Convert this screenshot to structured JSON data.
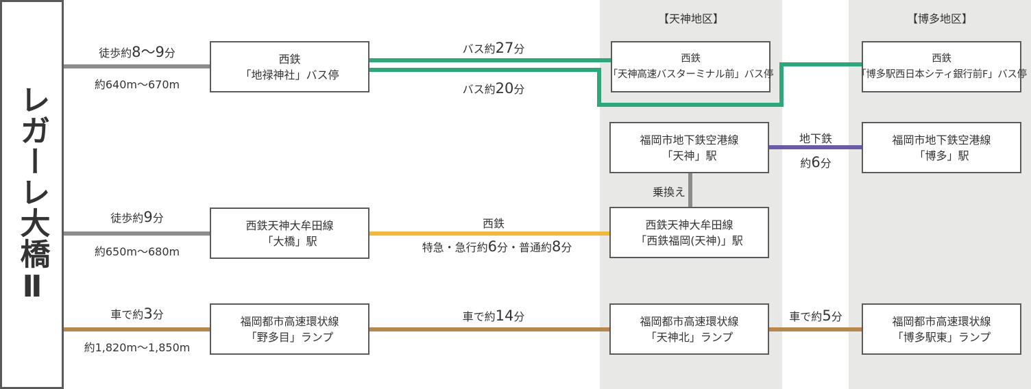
{
  "origin": "レガーレ大橋Ⅱ",
  "colors": {
    "walk": "#8c8c8c",
    "bus": "#2ea77a",
    "subway": "#6b5aa6",
    "nishitetsu": "#f0b93a",
    "car": "#b8874d",
    "region_bg": "#e8e8e6",
    "border": "#5a5a5a"
  },
  "regions": {
    "tenjin": "【天神地区】",
    "hakata": "【博多地区】"
  },
  "routes": {
    "walk_bus": {
      "time_pre": "徒歩約",
      "time_num": "8〜9",
      "time_post": "分",
      "distance": "約640m〜670m"
    },
    "walk_train": {
      "time_pre": "徒歩約",
      "time_num": "9",
      "time_post": "分",
      "distance": "約650m〜680m"
    },
    "car_origin": {
      "time_pre": "車で約",
      "time_num": "3",
      "time_post": "分",
      "distance": "約1,820m〜1,850m"
    },
    "bus_a": {
      "pre": "バス約",
      "num": "27",
      "post": "分"
    },
    "bus_b": {
      "pre": "バス約",
      "num": "20",
      "post": "分"
    },
    "nishitetsu": {
      "name": "西鉄",
      "time_pre": "特急・急行約",
      "num1": "6",
      "mid": "分・普通約",
      "num2": "8",
      "post": "分"
    },
    "car_mid": {
      "pre": "車で約",
      "num": "14",
      "post": "分"
    },
    "transfer": "乗換え",
    "subway": {
      "name": "地下鉄",
      "pre": "約",
      "num": "6",
      "post": "分"
    },
    "car_right": {
      "pre": "車で約",
      "num": "5",
      "post": "分"
    }
  },
  "stations": {
    "chiroku": {
      "line1": "西鉄",
      "line2": "「地禄神社」バス停"
    },
    "ohashi": {
      "line1": "西鉄天神大牟田線",
      "line2": "「大橋」駅"
    },
    "notame": {
      "line1": "福岡都市高速環状線",
      "line2": "「野多目」ランプ"
    },
    "tenjin_bus": {
      "line1": "西鉄",
      "line2": "「天神高速バスターミナル前」バス停"
    },
    "tenjin_subway": {
      "line1": "福岡市地下鉄空港線",
      "line2": "「天神」駅"
    },
    "fukuoka_tenjin": {
      "line1": "西鉄天神大牟田線",
      "line2": "「西鉄福岡(天神)」駅"
    },
    "tenjin_kita": {
      "line1": "福岡都市高速環状線",
      "line2": "「天神北」ランプ"
    },
    "hakata_bus": {
      "line1": "西鉄",
      "line2": "「博多駅西日本シティ銀行前F」バス停"
    },
    "hakata_subway": {
      "line1": "福岡市地下鉄空港線",
      "line2": "「博多」駅"
    },
    "hakata_higashi": {
      "line1": "福岡都市高速環状線",
      "line2": "「博多駅東」ランプ"
    }
  }
}
